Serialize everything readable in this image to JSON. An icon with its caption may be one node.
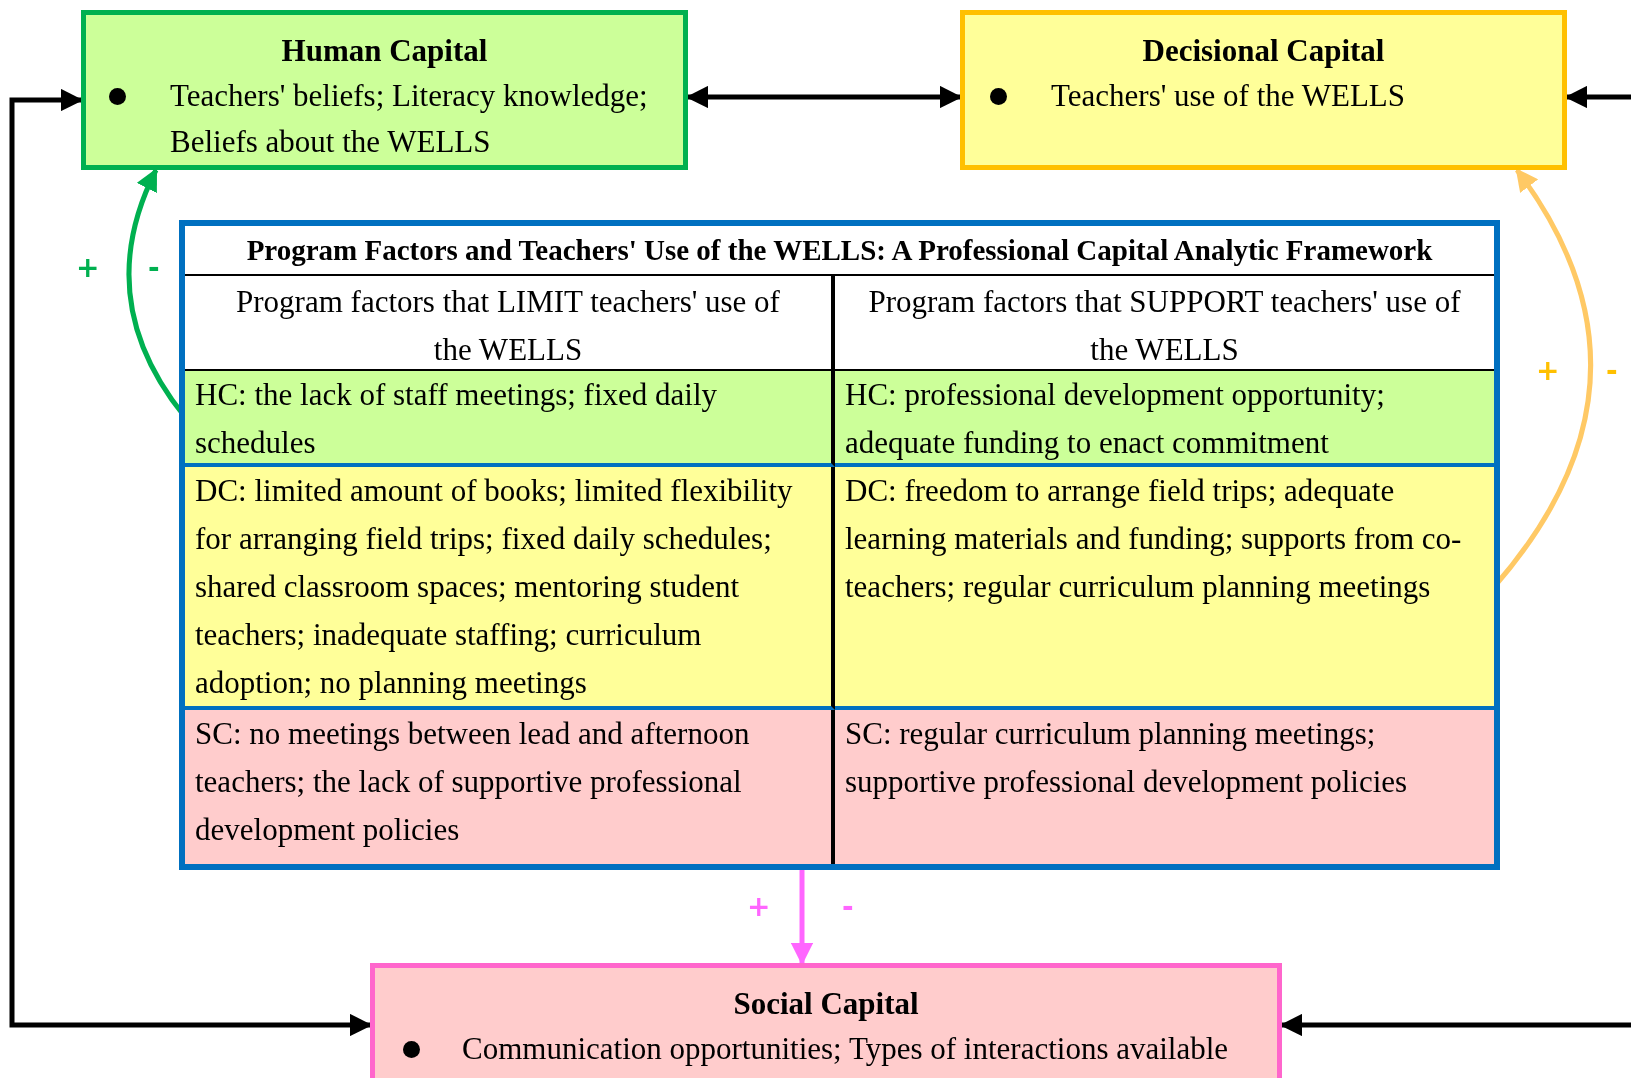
{
  "diagram": {
    "nodes": [
      {
        "text": [
          "Human Capital",
          "Teachers' beliefs; Literacy knowledge; Beliefs about the WELLS"
        ]
      },
      {
        "text": [
          "Decisional Capital",
          "Teachers' use of the WELLS"
        ]
      },
      {
        "text": [
          "Program Factors and Teachers' Use of the WELLS: A Professional Capital Analytic Framework"
        ]
      },
      {
        "text": [
          "Program factors that LIMIT teachers' use of the WELLS"
        ],
        "in": 2
      },
      {
        "text": [
          "Program factors that SUPPORT teachers' use of the WELLS"
        ],
        "in": 2
      },
      {
        "text": [
          "HC: the lack of staff meetings; fixed daily schedules"
        ],
        "in": 2
      },
      {
        "text": [
          "HC: professional development opportunity; adequate funding to enact commitment"
        ],
        "in": 2
      },
      {
        "text": [
          "DC: limited amount of books; limited flexibility for arranging field trips; fixed daily schedules; shared classroom spaces; mentoring student teachers; inadequate staffing; curriculum adoption; no planning meetings"
        ],
        "in": 2
      },
      {
        "text": [
          "DC: freedom to arrange field trips; adequate learning materials and funding; supports from co-teachers; regular curriculum planning meetings"
        ],
        "in": 2
      },
      {
        "text": [
          "SC: no meetings between lead and afternoon teachers; the lack of supportive professional development policies"
        ],
        "in": 2
      },
      {
        "text": [
          "SC: regular curriculum planning meetings; supportive professional development policies"
        ],
        "in": 2
      },
      {
        "text": [
          "Social Capital",
          "Communication opportunities; Types of interactions available"
        ]
      }
    ],
    "edges": [
      {
        "from": 0,
        "to": 1,
        "arrow": "both"
      },
      {
        "from": null,
        "to": 1,
        "arrow": "to"
      },
      {
        "from": 5,
        "to": 0,
        "arrow": "to",
        "color": "#00b050"
      },
      {
        "from": 8,
        "to": 1,
        "arrow": "to",
        "color": "#ffc965"
      },
      {
        "from": 2,
        "to": 11,
        "arrow": "to",
        "color": "#ff66ff"
      },
      {
        "from": 11,
        "to": 0,
        "arrow": "both"
      },
      {
        "from": null,
        "to": 11,
        "arrow": "to"
      }
    ],
    "labels": [
      "+",
      "-",
      "+",
      "-",
      "+",
      "-"
    ]
  }
}
